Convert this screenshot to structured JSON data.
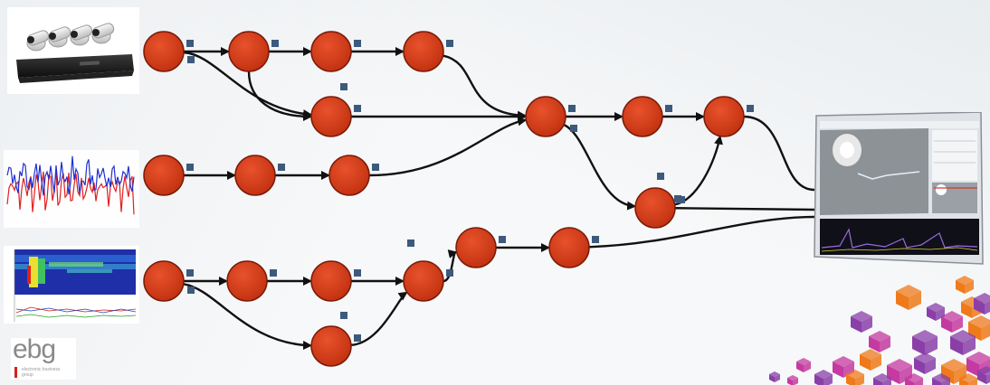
{
  "logo": {
    "text": "ebg",
    "subtitle": "electronic business group"
  },
  "colors": {
    "node_fill": "#d0391a",
    "node_stroke": "#7a1a08",
    "marker": "#3c5a7c",
    "edge": "#111111",
    "cube_purple": "#8a3fa8",
    "cube_magenta": "#c43aa0",
    "cube_orange": "#ef7a1a"
  },
  "inputs": [
    {
      "name": "cctv-camera-system",
      "icon": "cctv-camera-icon"
    },
    {
      "name": "signal-waveform",
      "icon": "waveform-icon"
    },
    {
      "name": "spectrogram",
      "icon": "spectrogram-icon"
    }
  ],
  "graph": {
    "nodes": [
      {
        "id": "a1"
      },
      {
        "id": "a2"
      },
      {
        "id": "a3"
      },
      {
        "id": "a4"
      },
      {
        "id": "a5"
      },
      {
        "id": "m1"
      },
      {
        "id": "m2"
      },
      {
        "id": "m3"
      },
      {
        "id": "m4"
      },
      {
        "id": "b1"
      },
      {
        "id": "b2"
      },
      {
        "id": "b3"
      },
      {
        "id": "c1"
      },
      {
        "id": "c2"
      },
      {
        "id": "c3"
      },
      {
        "id": "c4"
      },
      {
        "id": "c5"
      },
      {
        "id": "c6"
      },
      {
        "id": "c7"
      }
    ],
    "edges": [
      [
        "a1",
        "a2"
      ],
      [
        "a1",
        "a5"
      ],
      [
        "a2",
        "a3"
      ],
      [
        "a3",
        "a4"
      ],
      [
        "a2",
        "a5"
      ],
      [
        "a4",
        "m1"
      ],
      [
        "a5",
        "m1"
      ],
      [
        "b3",
        "m1"
      ],
      [
        "m1",
        "m2"
      ],
      [
        "m2",
        "m3"
      ],
      [
        "m1",
        "m4"
      ],
      [
        "m4",
        "m3"
      ],
      [
        "b1",
        "b2"
      ],
      [
        "b2",
        "b3"
      ],
      [
        "c1",
        "c2"
      ],
      [
        "c1",
        "c5"
      ],
      [
        "c2",
        "c3"
      ],
      [
        "c3",
        "c4"
      ],
      [
        "c5",
        "c4"
      ],
      [
        "c4",
        "c6"
      ],
      [
        "c6",
        "c7"
      ],
      [
        "m3",
        "output"
      ],
      [
        "m4",
        "output"
      ],
      [
        "c7",
        "output"
      ]
    ]
  },
  "output": {
    "name": "analysis-dashboard",
    "icon": "dashboard-monitor-icon"
  }
}
